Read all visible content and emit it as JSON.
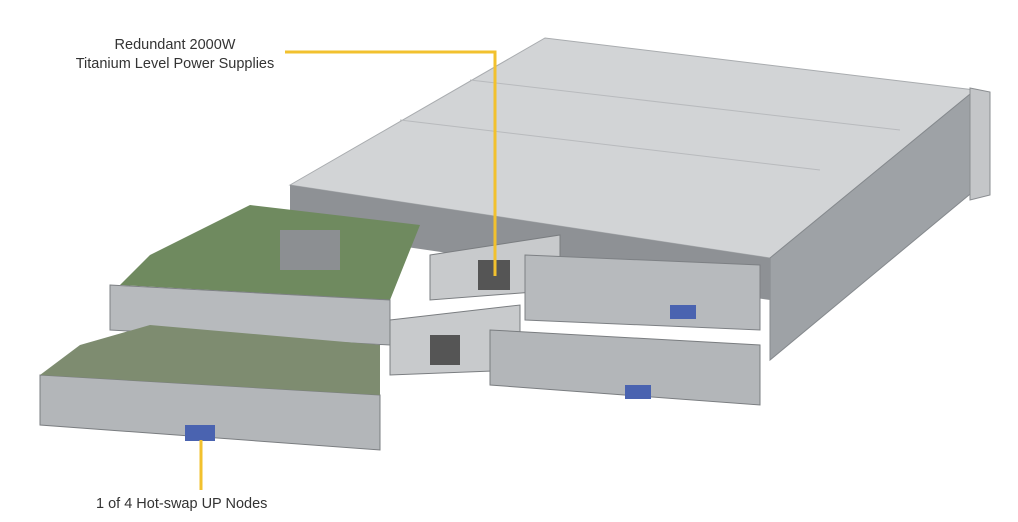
{
  "callouts": {
    "psu": {
      "line1": "Redundant 2000W",
      "line2": "Titanium Level Power Supplies"
    },
    "node": {
      "text": "1 of 4 Hot-swap UP Nodes"
    }
  },
  "colors": {
    "leader_line": "#f2c12e",
    "chassis": "#c9cbcd",
    "text": "#333333"
  }
}
